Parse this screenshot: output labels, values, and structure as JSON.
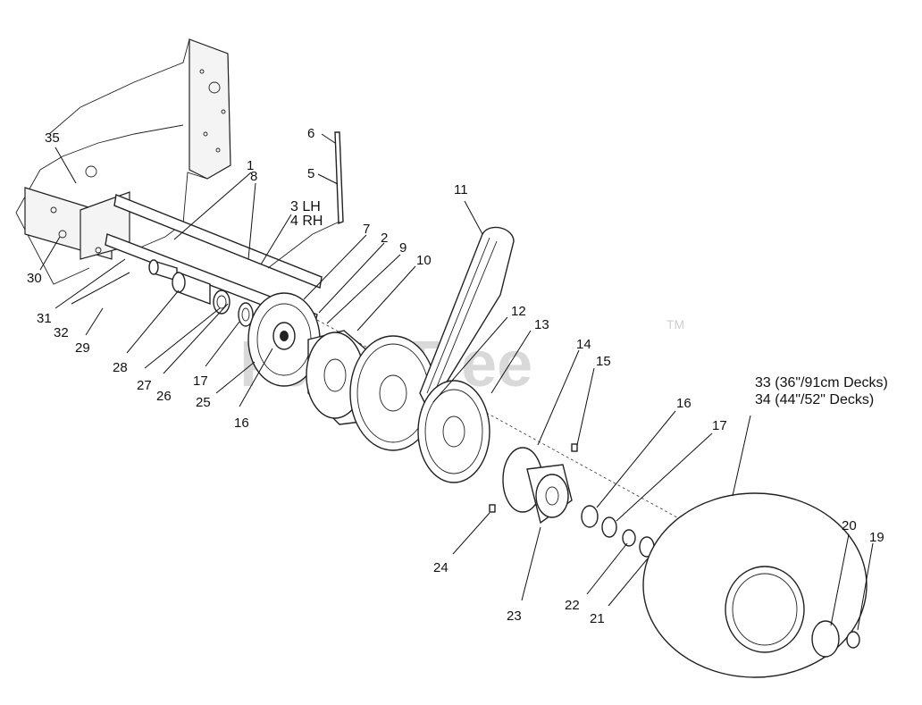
{
  "watermark": {
    "text": "PartsTree",
    "tm": "TM"
  },
  "callouts": [
    {
      "id": "c1",
      "text": "1"
    },
    {
      "id": "c2",
      "text": "2"
    },
    {
      "id": "c3",
      "text": "3 LH"
    },
    {
      "id": "c4",
      "text": "4 RH"
    },
    {
      "id": "c5",
      "text": "5"
    },
    {
      "id": "c6",
      "text": "6"
    },
    {
      "id": "c7",
      "text": "7"
    },
    {
      "id": "c8",
      "text": "8"
    },
    {
      "id": "c9",
      "text": "9"
    },
    {
      "id": "c10",
      "text": "10"
    },
    {
      "id": "c11",
      "text": "11"
    },
    {
      "id": "c12",
      "text": "12"
    },
    {
      "id": "c13",
      "text": "13"
    },
    {
      "id": "c14",
      "text": "14"
    },
    {
      "id": "c15",
      "text": "15"
    },
    {
      "id": "c16a",
      "text": "16"
    },
    {
      "id": "c16b",
      "text": "16"
    },
    {
      "id": "c17a",
      "text": "17"
    },
    {
      "id": "c17b",
      "text": "17"
    },
    {
      "id": "c19",
      "text": "19"
    },
    {
      "id": "c20",
      "text": "20"
    },
    {
      "id": "c21",
      "text": "21"
    },
    {
      "id": "c22",
      "text": "22"
    },
    {
      "id": "c23",
      "text": "23"
    },
    {
      "id": "c24",
      "text": "24"
    },
    {
      "id": "c25",
      "text": "25"
    },
    {
      "id": "c26",
      "text": "26"
    },
    {
      "id": "c27",
      "text": "27"
    },
    {
      "id": "c28",
      "text": "28"
    },
    {
      "id": "c29",
      "text": "29"
    },
    {
      "id": "c30",
      "text": "30"
    },
    {
      "id": "c31",
      "text": "31"
    },
    {
      "id": "c32",
      "text": "32"
    },
    {
      "id": "c33",
      "text": "33 (36\"/91cm Decks)"
    },
    {
      "id": "c34",
      "text": "34 (44\"/52\" Decks)"
    },
    {
      "id": "c35",
      "text": "35"
    }
  ]
}
